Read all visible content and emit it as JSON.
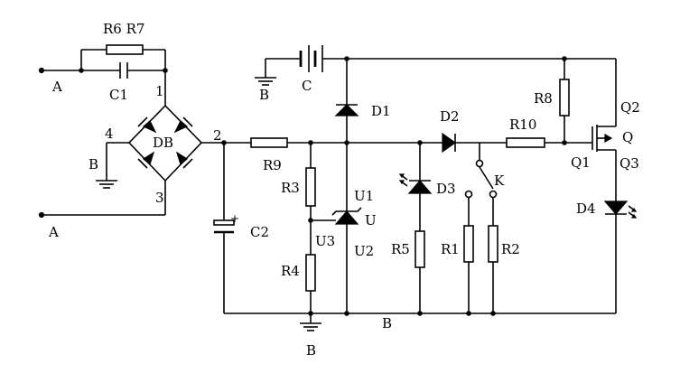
{
  "labels": {
    "r6r7": "R6 R7",
    "c1": "C1",
    "a_top": "A",
    "a_bottom": "A",
    "n1": "1",
    "n2": "2",
    "n3": "3",
    "n4": "4",
    "db": "DB",
    "b_left": "B",
    "b_top": "B",
    "b_bottom_ground": "B",
    "b_bottom_rail": "B",
    "c": "C",
    "c2": "C2",
    "r9": "R9",
    "r3": "R3",
    "r4": "R4",
    "u3": "U3",
    "u1": "U1",
    "u": "U",
    "u2": "U2",
    "d1": "D1",
    "d2": "D2",
    "d3": "D3",
    "r5": "R5",
    "r1": "R1",
    "r2": "R2",
    "k": "K",
    "r10": "R10",
    "r8": "R8",
    "q1": "Q1",
    "q2": "Q2",
    "q": "Q",
    "q3": "Q3",
    "d4": "D4",
    "plus": "+"
  }
}
